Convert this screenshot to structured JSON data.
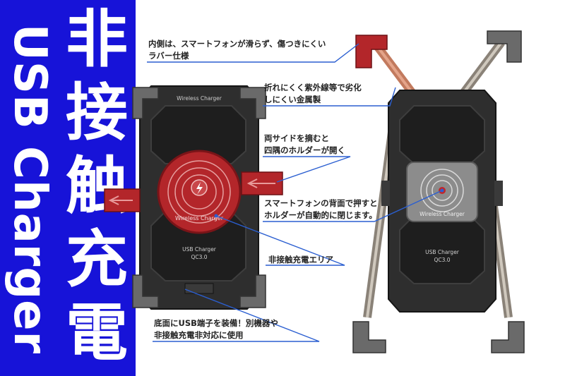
{
  "banner": {
    "vertical_en": "USB Charger",
    "vertical_jp": [
      "非",
      "接",
      "触",
      "充",
      "電"
    ],
    "bg_color": "#1713d8"
  },
  "callouts": {
    "rubber": {
      "line1": "内側は、スマートフォンが滑らず、傷つきにくい",
      "line2": "ラバー仕様"
    },
    "metal": {
      "line1": "折れにくく紫外線等で劣化",
      "line2": "しにくい金属製"
    },
    "sides": {
      "line1": "両サイドを摘むと",
      "line2": "四隅のホルダーが開く"
    },
    "auto": {
      "line1": "スマートフォンの背面で押すと",
      "line2": "ホルダーが自動的に閉じます。"
    },
    "area": {
      "line1": "非接触充電エリア"
    },
    "usb": {
      "line1": "底面にUSB端子を装備！別機器や",
      "line2": "非接触充電非対応に使用"
    }
  },
  "device_front": {
    "top_label": "Wireless Charger",
    "pad_label": "Wireless Charger",
    "bottom_line1": "USB Charger",
    "bottom_line2": "QC3.0"
  },
  "device_open": {
    "pad_label": "Wireless Charger",
    "bottom_line1": "USB Charger",
    "bottom_line2": "QC3.0"
  },
  "colors": {
    "accent_red": "#c2262a",
    "body_dark": "#2b2b2b",
    "callout_line": "#2b5fd1"
  }
}
